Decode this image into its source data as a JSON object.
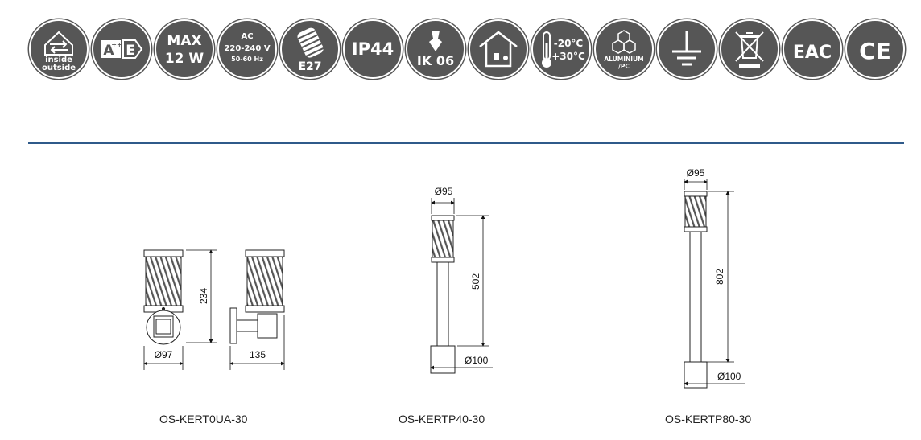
{
  "icons": {
    "inside_outside": {
      "line1": "inside",
      "line2": "outside"
    },
    "energy": {
      "a": "A",
      "plus": "++",
      "e": "E"
    },
    "power": {
      "line1": "MAX",
      "line2": "12 W"
    },
    "voltage": {
      "line1": "AC",
      "line2": "220-240 V",
      "line3": "50-60 Hz"
    },
    "socket": {
      "label": "E27"
    },
    "ip": {
      "label": "IP44"
    },
    "ik": {
      "label": "IK 06"
    },
    "temperature": {
      "min": "-20°C",
      "max": "+30°C"
    },
    "material": {
      "line1": "ALUMINIUM",
      "line2": "/PC"
    },
    "eac": {
      "label": "EAC"
    },
    "ce": {
      "label": "CE"
    }
  },
  "products": [
    {
      "name": "OS-KERT0UA-30",
      "dims": {
        "height": "234",
        "diameter": "Ø97",
        "depth": "135"
      }
    },
    {
      "name": "OS-KERTP40-30",
      "dims": {
        "top_diameter": "Ø95",
        "height": "502",
        "base_diameter": "Ø100"
      }
    },
    {
      "name": "OS-KERTP80-30",
      "dims": {
        "top_diameter": "Ø95",
        "height": "802",
        "base_diameter": "Ø100"
      }
    }
  ],
  "colors": {
    "icon_bg": "#565656",
    "rule": "#2f5a8a"
  }
}
